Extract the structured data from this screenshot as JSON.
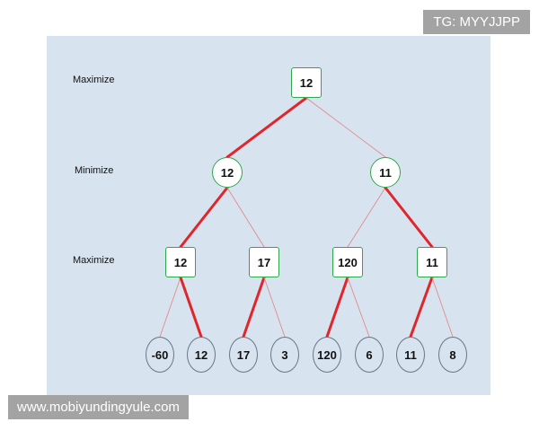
{
  "watermark_top": "TG: MYYJJPP",
  "watermark_bottom": "www.mobiyundingyule.com",
  "levels": {
    "level_1": "Maximize",
    "level_2": "Minimize",
    "level_3": "Maximize"
  },
  "tree": {
    "root": {
      "value": "12",
      "type": "max"
    },
    "minimize": [
      {
        "value": "12",
        "type": "min"
      },
      {
        "value": "11",
        "type": "min"
      }
    ],
    "maximize": [
      {
        "value": "12",
        "type": "max"
      },
      {
        "value": "17",
        "type": "max"
      },
      {
        "value": "120",
        "type": "max"
      },
      {
        "value": "11",
        "type": "max"
      }
    ],
    "leaves": [
      "-60",
      "12",
      "17",
      "3",
      "120",
      "6",
      "11",
      "8"
    ]
  },
  "edges": [
    {
      "from": "root",
      "to": "min-1",
      "chosen": true
    },
    {
      "from": "root",
      "to": "min-2",
      "chosen": false
    },
    {
      "from": "min-1",
      "to": "max-1",
      "chosen": true
    },
    {
      "from": "min-1",
      "to": "max-2",
      "chosen": false
    },
    {
      "from": "min-2",
      "to": "max-3",
      "chosen": false
    },
    {
      "from": "min-2",
      "to": "max-4",
      "chosen": true
    },
    {
      "from": "max-1",
      "to": "leaf-1",
      "chosen": false
    },
    {
      "from": "max-1",
      "to": "leaf-2",
      "chosen": true
    },
    {
      "from": "max-2",
      "to": "leaf-3",
      "chosen": true
    },
    {
      "from": "max-2",
      "to": "leaf-4",
      "chosen": false
    },
    {
      "from": "max-3",
      "to": "leaf-5",
      "chosen": true
    },
    {
      "from": "max-3",
      "to": "leaf-6",
      "chosen": false
    },
    {
      "from": "max-4",
      "to": "leaf-7",
      "chosen": true
    },
    {
      "from": "max-4",
      "to": "leaf-8",
      "chosen": false
    }
  ],
  "colors": {
    "chosen_edge": "#e0262c",
    "other_edge": "#e38a8c",
    "inner_node_border": "#2ea84a",
    "leaf_border": "#6b7686",
    "panel_background": "#d7e3ef"
  }
}
